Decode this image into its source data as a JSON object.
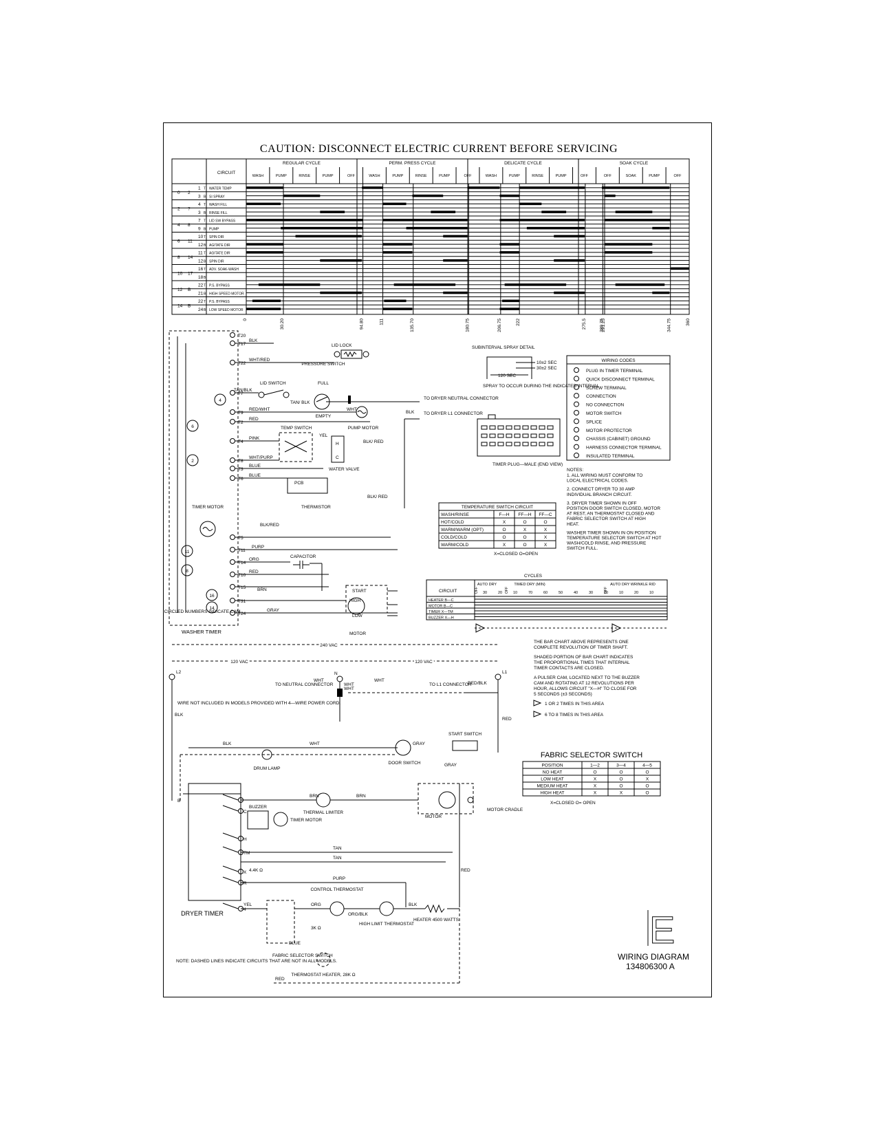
{
  "caution": "CAUTION: DISCONNECT ELECTRIC CURRENT BEFORE SERVICING",
  "chart": {
    "col_circuit": "CIRCUIT",
    "groups": [
      "REGULAR CYCLE",
      "PERM. PRESS CYCLE",
      "DELICATE CYCLE",
      "SOAK CYCLE"
    ],
    "phases": [
      "WASH",
      "PUMP",
      "RINSE",
      "PUMP",
      "OFF",
      "WASH",
      "PUMP",
      "RINSE",
      "PUMP",
      "OFF",
      "WASH",
      "PUMP",
      "RINSE",
      "PUMP",
      "OFF",
      "OFF",
      "SOAK",
      "PUMP",
      "OFF"
    ],
    "rows": [
      {
        "cam": "0",
        "term": "2",
        "num": "1",
        "side": "T",
        "name": "WATER TEMP"
      },
      {
        "cam": "",
        "term": "",
        "num": "3",
        "side": "B",
        "name": "SI SPRAY"
      },
      {
        "cam": "2",
        "term": "?",
        "num": "4",
        "side": "T",
        "name": "WASH FILL"
      },
      {
        "cam": "",
        "term": "",
        "num": "3",
        "side": "B",
        "name": "RINSE FILL"
      },
      {
        "cam": "4",
        "term": "8",
        "num": "7",
        "side": "T",
        "name": "LID SW BYPASS"
      },
      {
        "cam": "",
        "term": "",
        "num": "9",
        "side": "B",
        "name": "PUMP"
      },
      {
        "cam": "6",
        "term": "11",
        "num": "10",
        "side": "T",
        "name": "SPIN DIR"
      },
      {
        "cam": "",
        "term": "",
        "num": "12",
        "side": "B",
        "name": "AGITATE DIR"
      },
      {
        "cam": "8",
        "term": "14",
        "num": "11",
        "side": "T",
        "name": "AGITATE DIR"
      },
      {
        "cam": "",
        "term": "",
        "num": "12",
        "side": "B",
        "name": "SPIN DIR"
      },
      {
        "cam": "10",
        "term": "17",
        "num": "16",
        "side": "T",
        "name": "ADV. SOAK-WASH"
      },
      {
        "cam": "",
        "term": "",
        "num": "18",
        "side": "B",
        "name": ""
      },
      {
        "cam": "12",
        "term": "B",
        "num": "22",
        "side": "T",
        "name": "P.S. BYPASS"
      },
      {
        "cam": "",
        "term": "",
        "num": "21",
        "side": "B",
        "name": "HIGH SPEED MOTOR"
      },
      {
        "cam": "14",
        "term": "B",
        "num": "22",
        "side": "T",
        "name": "P.S. BYPASS"
      },
      {
        "cam": "",
        "term": "",
        "num": "24",
        "side": "B",
        "name": "LOW SPEED MOTOR"
      }
    ],
    "ticks": [
      "0",
      "30.20",
      "94.80",
      "111",
      "135.70",
      "180.75",
      "206.75",
      "222",
      "275.5",
      "289.75",
      "291.25",
      "344.75",
      "360"
    ]
  },
  "washer": {
    "terminals": [
      "T20",
      "T17",
      "T22",
      "T7",
      "T9",
      "T2",
      "T4",
      "T8",
      "T3",
      "T6",
      "T5",
      "T11",
      "T14",
      "T10",
      "T15",
      "T31",
      "T24"
    ],
    "wires": [
      "BLK",
      "WHT/RED",
      "TAN/BLK",
      "RED/WHT",
      "RED",
      "PINK",
      "WHT/PURP",
      "BLUE",
      "BLUE",
      "BLK/RED",
      "PURP",
      "ORG",
      "RED",
      "BRN",
      "GRAY"
    ],
    "labels": {
      "lid_lock": "LID LOCK",
      "lid_switch": "LID SWITCH",
      "pressure_switch": "PRESSURE SWITCH",
      "full": "FULL",
      "empty": "EMPTY",
      "tan_blk": "TAN/ BLK",
      "wht": "WHT",
      "to_dryer_neutral": "TO DRYER NEUTRAL CONNECTOR",
      "blk": "BLK",
      "to_dryer_l1": "TO DRYER L1 CONNECTOR",
      "pump_motor": "PUMP MOTOR",
      "temp_switch": "TEMP SWITCH",
      "water_valve": "WATER VALVE",
      "yel": "YEL",
      "blk_red": "BLK/ RED",
      "pcb": "PCB",
      "thermistor": "THERMISTOR",
      "timer_motor": "TIMER MOTOR",
      "capacitor": "CAPACITOR",
      "start": "START",
      "high": "HIGH",
      "low": "LOW",
      "motor": "MOTOR",
      "circled": "CIRCLED NUMBERS INDICATE CAM",
      "title": "WASHER TIMER"
    }
  },
  "spray": {
    "title": "SUBINTERVAL SPRAY DETAIL",
    "t1": "10±2 SEC",
    "t2": "30±2 SEC",
    "t3": "120 SEC",
    "note": "SPRAY TO OCCUR DURING THE INDICATED INTERVAL"
  },
  "timer_plug": "TIMER PLUG—MALE (END VIEW)",
  "wiring_codes": {
    "title": "WIRING CODES",
    "items": [
      "PLUG IN TIMER TERMINAL",
      "QUICK DISCONNECT TERMINAL",
      "SCREW TERMINAL",
      "CONNECTION",
      "NO CONNECTION",
      "MOTOR SWITCH",
      "SPLICE",
      "MOTOR PROTECTOR",
      "CHASSIS (CABINET) GROUND",
      "HARNESS CONNECTOR TERMINAL",
      "INSULATED TERMINAL"
    ]
  },
  "notes": {
    "title": "NOTES:",
    "items": [
      "1. ALL WIRING MUST CONFORM TO LOCAL ELECTRICAL CODES.",
      "2. CONNECT DRYER TO 30 AMP INDIVIDUAL BRANCH CIRCUIT.",
      "3. DRYER TIMER SHOWN IN OFF POSITION DOOR SWITCH CLOSED, MOTOR AT REST, AN THERMOSTAT CLOSED AND FABRIC SELECTOR SWITCH AT HIGH HEAT.",
      "WASHER TIMER SHOWN IN ON POSITION TEMPERATURE SELECTOR SWITCH AT HOT WASH/COLD RINSE, AND PRESSURE SWITCH FULL."
    ]
  },
  "temp_table": {
    "title": "TEMPERATURE SWITCH CIRCUIT",
    "head": [
      "WASH/RINSE",
      "F—H",
      "FF—H",
      "FF—C"
    ],
    "rows": [
      [
        "HOT/COLD",
        "X",
        "O",
        "O"
      ],
      [
        "WARM/WARM (OPT)",
        "O",
        "X",
        "X"
      ],
      [
        "COLD/COLD",
        "O",
        "O",
        "X"
      ],
      [
        "WARM/COLD",
        "X",
        "O",
        "X"
      ]
    ],
    "legend": "X=CLOSED     O=OPEN"
  },
  "cycles": {
    "title": "CYCLES",
    "col": "CIRCUIT",
    "heads": [
      "AUTO DRY",
      "TIMED DRY (MIN)",
      "AUTO DRY WRINKLE RID"
    ],
    "offs": [
      "OFF",
      "OFF",
      "OFF"
    ],
    "rows": [
      "HEATER  B—C",
      "MOTOR  B—C",
      "TIMER  X—TM",
      "BUZZER  X—H"
    ],
    "nums": [
      "30",
      "20",
      "10",
      "70",
      "60",
      "50",
      "40",
      "30",
      "20",
      "10",
      "20",
      "10"
    ]
  },
  "bar_notes": [
    "THE BAR CHART ABOVE REPRESENTS ONE COMPLETE REVOLUTION OF TIMER SHAFT.",
    "SHADED PORTION OF BAR CHART INDICATES THE PROPORTIONAL TIMES THAT INTERNAL TIMER CONTACTS ARE CLOSED.",
    "A PULSER CAM, LOCATED NEXT TO THE BUZZER CAM AND ROTATING AT 12 REVOLUTIONS PER HOUR, ALLOWS CIRCUIT \"X—H\" TO CLOSE FOR 5 SECONDS (±3 SECONDS)",
    "1 OR 2 TIMES IN THIS AREA",
    "6 TO 8 TIMES IN THIS AREA"
  ],
  "dryer": {
    "v240": "240 VAC",
    "v120a": "120 VAC",
    "v120b": "120 VAC",
    "l2": "L2",
    "n": "N",
    "l1": "L1",
    "to_neutral": "TO NEUTRAL CONNECTOR",
    "to_l1": "TO L1 CONNECTOR",
    "red_blk": "RED/BLK",
    "wire_note": "WIRE NOT INCLUDED IN MODELS PROVIDED WITH 4—WIRE POWER CORD.",
    "wires": [
      "WHT",
      "WHT",
      "WHT",
      "WHT",
      "BLK",
      "BLK",
      "WHT",
      "GRAY",
      "GRAY",
      "RED",
      "BRN",
      "BRN",
      "TAN",
      "TAN",
      "PURP",
      "RED",
      "YEL",
      "ORG",
      "ORG/BLK",
      "BLK",
      "BLUE",
      "RED"
    ],
    "labels": {
      "drum_lamp": "DRUM LAMP",
      "door_switch": "DOOR SWITCH",
      "start_switch": "START SWITCH",
      "buzzer": "BUZZER",
      "timer_motor": "TIMER MOTOR",
      "thermal_limiter": "THERMAL LIMITER",
      "motor": "MOTOR",
      "motor_cradle": "MOTOR CRADLE",
      "res": "4.4K Ω",
      "control_thermostat": "CONTROL THERMOSTAT",
      "high_limit": "HIGH LIMIT THERMOSTAT",
      "heater": "HEATER 4500 WATTS",
      "fabric_selector": "FABRIC SELECTOR SWITCH",
      "res2": "3K Ω",
      "thermostat_heater": "THERMOSTAT HEATER, 28K Ω",
      "title": "DRYER TIMER"
    },
    "contacts": [
      "B",
      "C",
      "H",
      "TM",
      "X",
      "R",
      "4"
    ],
    "note": "NOTE: DASHED LINES INDICATE CIRCUITS THAT ARE NOT IN ALL MODELS."
  },
  "fabric": {
    "title": "FABRIC SELECTOR SWITCH",
    "head": [
      "POSITION",
      "1—2",
      "3—4",
      "4—5"
    ],
    "rows": [
      [
        "NO HEAT",
        "O",
        "O",
        "O"
      ],
      [
        "LOW HEAT",
        "X",
        "O",
        "X"
      ],
      [
        "MEDIUM HEAT",
        "X",
        "O",
        "O"
      ],
      [
        "HIGH HEAT",
        "X",
        "X",
        "O"
      ]
    ],
    "legend": "X=CLOSED     O= OPEN"
  },
  "rev": "E",
  "footer": {
    "label": "WIRING DIAGRAM",
    "number": "134806300 A"
  }
}
